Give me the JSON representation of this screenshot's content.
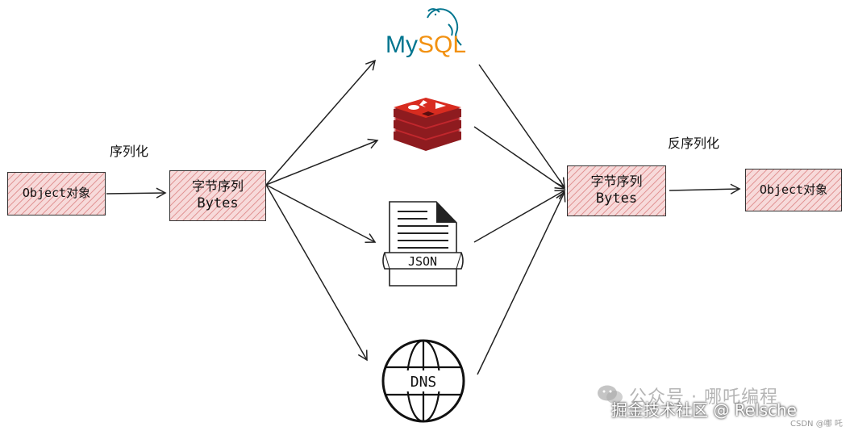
{
  "labels": {
    "serialize": "序列化",
    "deserialize": "反序列化"
  },
  "boxes": {
    "source_object": "Object对象",
    "bytes_left_line1": "字节序列",
    "bytes_left_line2": "Bytes",
    "bytes_right_line1": "字节序列",
    "bytes_right_line2": "Bytes",
    "target_object": "Object对象"
  },
  "stores": {
    "mysql_my": "My",
    "mysql_sql": "SQL",
    "json": "JSON",
    "dns": "DNS"
  },
  "watermark": {
    "wechat": "公众号 · 哪吒编程",
    "juejin": "掘金技术社区 @ Relsche",
    "csdn": "CSDN @哪 吒"
  },
  "colors": {
    "box_fill": "#f7dada",
    "hatch": "#c84646",
    "mysql_blue": "#00758f",
    "mysql_orange": "#f29111",
    "redis_red": "#c1272d",
    "redis_dark": "#8e1b1f"
  }
}
